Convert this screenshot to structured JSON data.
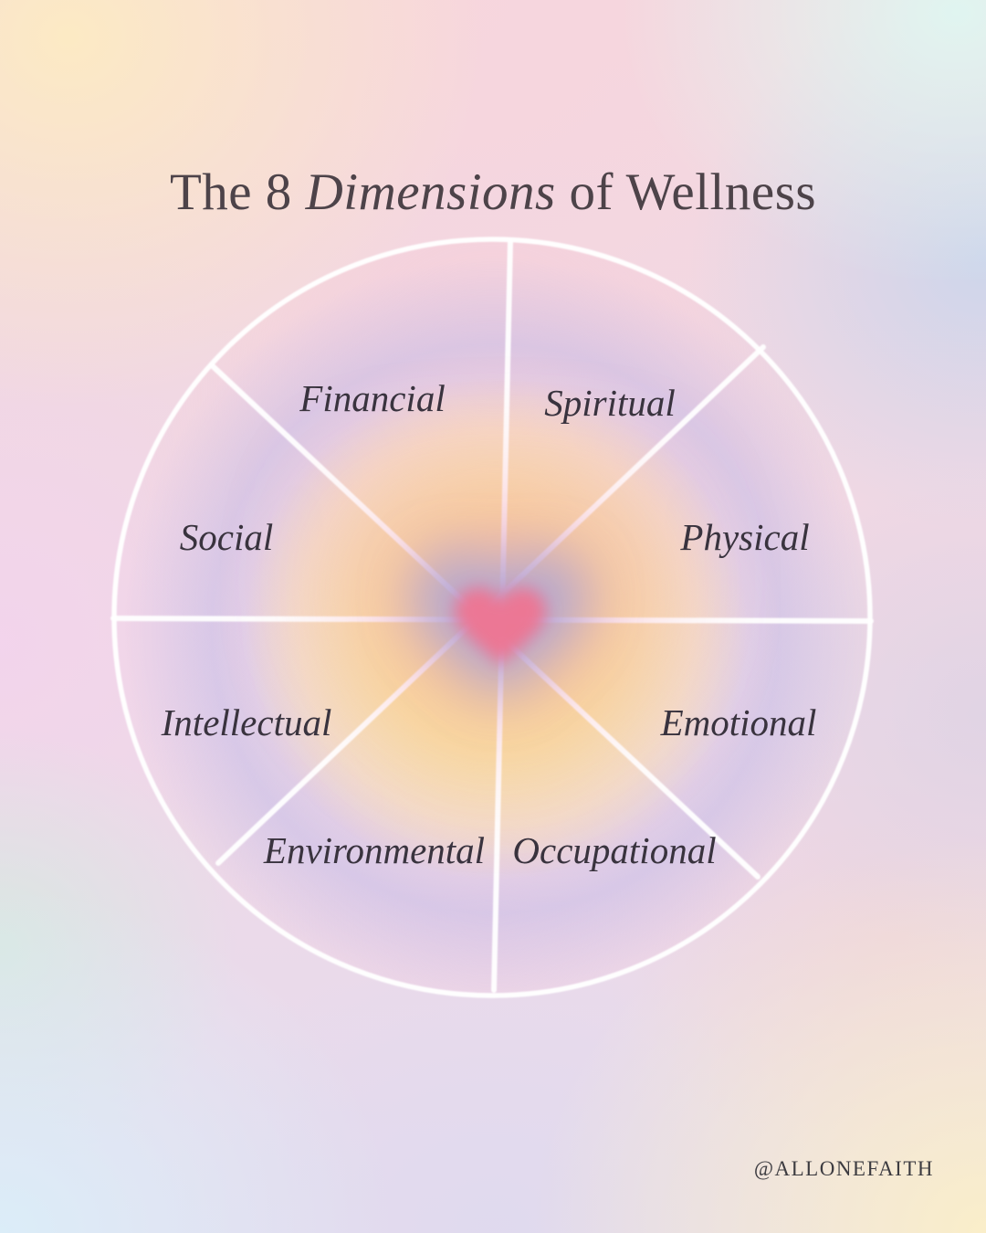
{
  "title": {
    "prefix": "The 8",
    "emphasis": "Dimensions",
    "suffix": "of Wellness"
  },
  "wheel": {
    "type": "wellness-wheel",
    "segment_count": 8,
    "center_icon": "heart-glow",
    "segments": [
      {
        "label": "Financial"
      },
      {
        "label": "Spiritual"
      },
      {
        "label": "Social"
      },
      {
        "label": "Physical"
      },
      {
        "label": "Intellectual"
      },
      {
        "label": "Emotional"
      },
      {
        "label": "Environmental"
      },
      {
        "label": "Occupational"
      }
    ]
  },
  "watermark": "@ALLONEFAITH",
  "colors": {
    "title_text": "#4d4349",
    "label_text": "#39333e",
    "wheel_stroke": "#ffffff",
    "glow_yellow": "#fce478",
    "aura_outer_pink": "#f096ae",
    "aura_mid_lavender": "#a5a6da",
    "heart_core_pink": "#f1738f"
  }
}
